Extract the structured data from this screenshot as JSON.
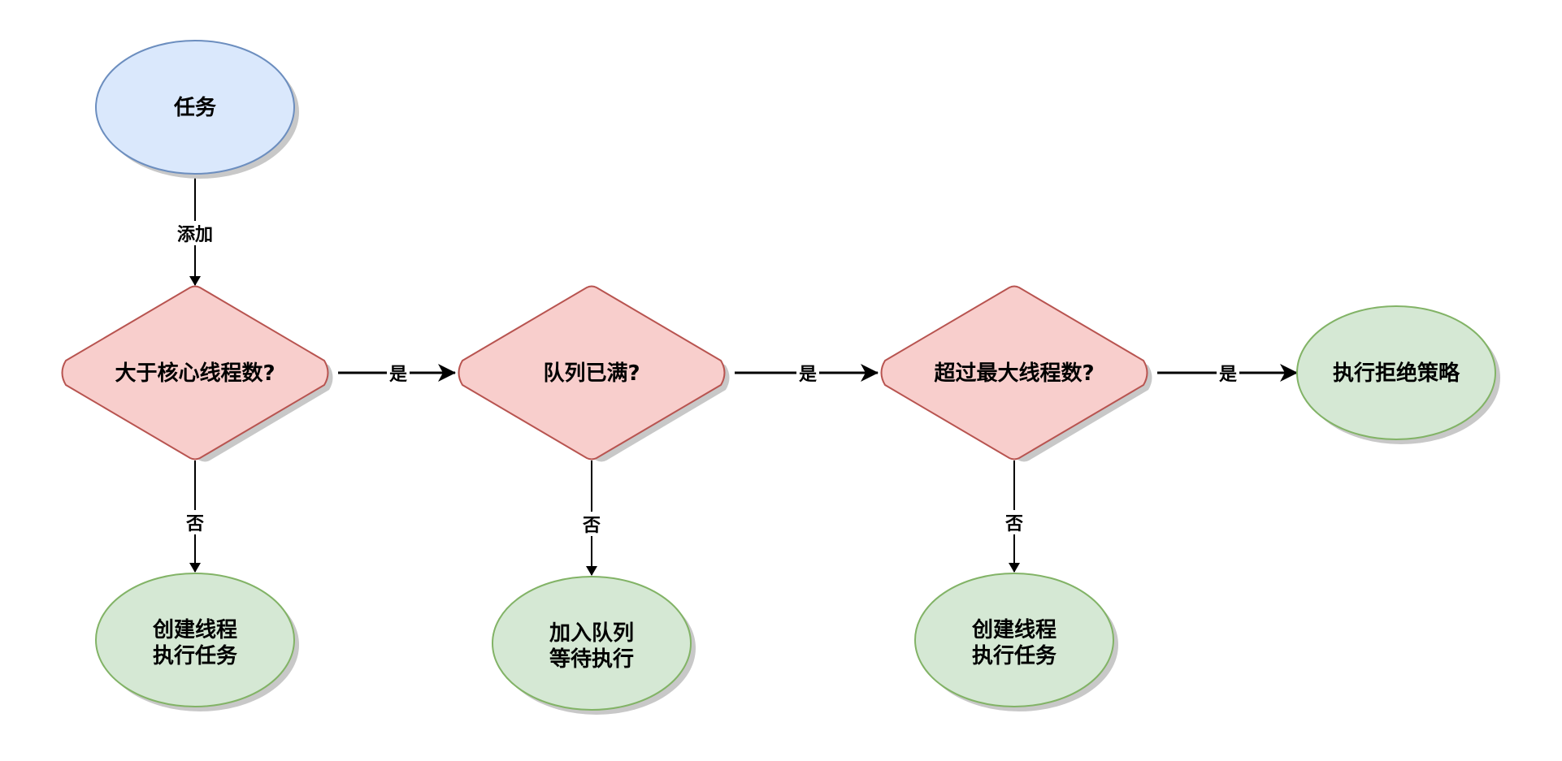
{
  "diagram": {
    "nodes": {
      "task": {
        "label": "任务",
        "shape": "ellipse",
        "fill": "#dae8fc",
        "stroke": "#6c8ebf"
      },
      "decision_core": {
        "label": "大于核心线程数?",
        "shape": "diamond",
        "fill": "#f8cecc",
        "stroke": "#b85450"
      },
      "decision_queue": {
        "label": "队列已满?",
        "shape": "diamond",
        "fill": "#f8cecc",
        "stroke": "#b85450"
      },
      "decision_max": {
        "label": "超过最大线程数?",
        "shape": "diamond",
        "fill": "#f8cecc",
        "stroke": "#b85450"
      },
      "reject": {
        "label": "执行拒绝策略",
        "shape": "ellipse",
        "fill": "#d5e8d4",
        "stroke": "#82b366"
      },
      "create_thread_1": {
        "line1": "创建线程",
        "line2": "执行任务",
        "shape": "ellipse",
        "fill": "#d5e8d4",
        "stroke": "#82b366"
      },
      "enqueue": {
        "line1": "加入队列",
        "line2": "等待执行",
        "shape": "ellipse",
        "fill": "#d5e8d4",
        "stroke": "#82b366"
      },
      "create_thread_2": {
        "line1": "创建线程",
        "line2": "执行任务",
        "shape": "ellipse",
        "fill": "#d5e8d4",
        "stroke": "#82b366"
      }
    },
    "edges": {
      "add": {
        "from": "task",
        "to": "decision_core",
        "label": "添加"
      },
      "core_no": {
        "from": "decision_core",
        "to": "create_thread_1",
        "label": "否"
      },
      "core_yes": {
        "from": "decision_core",
        "to": "decision_queue",
        "label": "是"
      },
      "queue_no": {
        "from": "decision_queue",
        "to": "enqueue",
        "label": "否"
      },
      "queue_yes": {
        "from": "decision_queue",
        "to": "decision_max",
        "label": "是"
      },
      "max_no": {
        "from": "decision_max",
        "to": "create_thread_2",
        "label": "否"
      },
      "max_yes": {
        "from": "decision_max",
        "to": "reject",
        "label": "是"
      }
    },
    "colors": {
      "shadow": "#c8c8c8",
      "line": "#000000"
    }
  }
}
